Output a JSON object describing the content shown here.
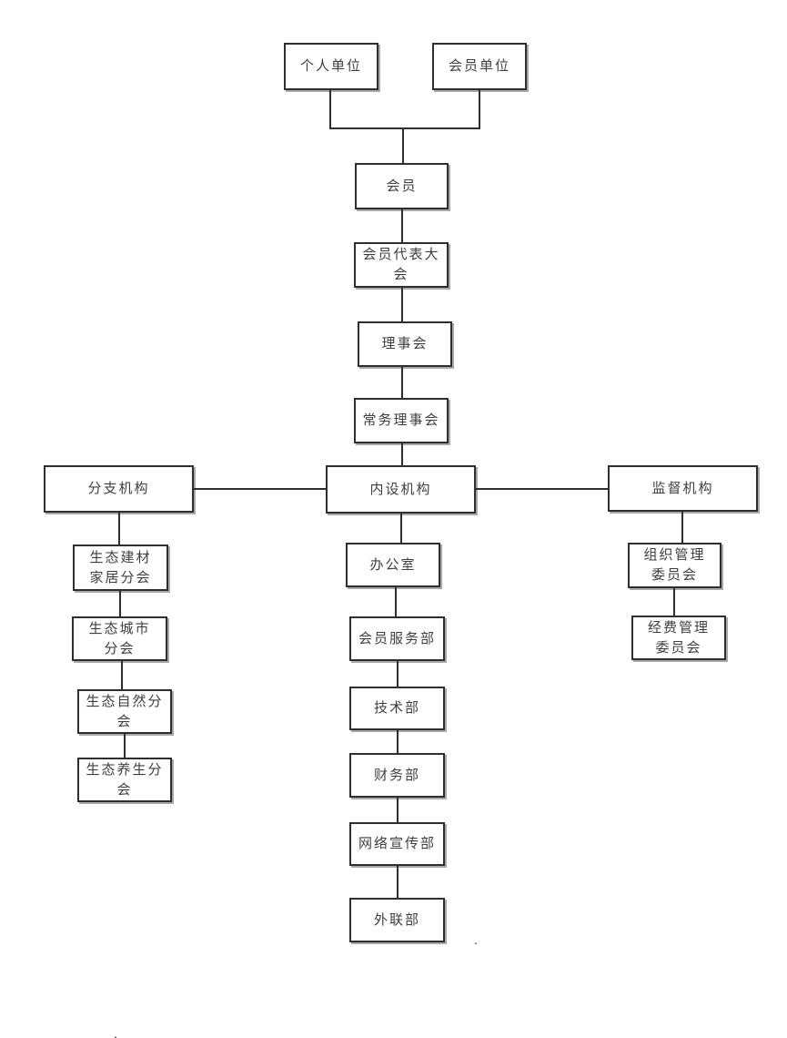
{
  "diagram": {
    "type": "organization-chart",
    "colors": {
      "background": "#ffffff",
      "box_border": "#2e2e2e",
      "box_shadow": "#a8a8a8",
      "connector": "#2e2e2e",
      "text": "#3f3f3f"
    },
    "nodes": {
      "personal_unit": {
        "label": "个人单位"
      },
      "member_unit": {
        "label": "会员单位"
      },
      "member": {
        "label": "会员"
      },
      "member_congress": {
        "label": "会员代表大会"
      },
      "council": {
        "label": "理事会"
      },
      "standing_council": {
        "label": "常务理事会"
      },
      "branch_org": {
        "label": "分支机构"
      },
      "internal_org": {
        "label": "内设机构"
      },
      "supervisory_org": {
        "label": "监督机构"
      },
      "eco_building_home": {
        "label": "生态建材\n家居分会"
      },
      "eco_city": {
        "label": "生态城市\n分会"
      },
      "eco_nature": {
        "label": "生态自然分会"
      },
      "eco_health": {
        "label": "生态养生分会"
      },
      "office": {
        "label": "办公室"
      },
      "member_service": {
        "label": "会员服务部"
      },
      "tech_dept": {
        "label": "技术部"
      },
      "finance_dept": {
        "label": "财务部"
      },
      "network_publicity": {
        "label": "网络宣传部"
      },
      "external_liaison": {
        "label": "外联部"
      },
      "org_mgmt_committee": {
        "label": "组织管理\n委员会"
      },
      "fund_mgmt_committee": {
        "label": "经费管理\n委员会"
      }
    },
    "edges": [
      [
        "personal_unit",
        "member"
      ],
      [
        "member_unit",
        "member"
      ],
      [
        "member",
        "member_congress"
      ],
      [
        "member_congress",
        "council"
      ],
      [
        "council",
        "standing_council"
      ],
      [
        "standing_council",
        "internal_org"
      ],
      [
        "internal_org",
        "branch_org"
      ],
      [
        "internal_org",
        "supervisory_org"
      ],
      [
        "branch_org",
        "eco_building_home"
      ],
      [
        "eco_building_home",
        "eco_city"
      ],
      [
        "eco_city",
        "eco_nature"
      ],
      [
        "eco_nature",
        "eco_health"
      ],
      [
        "internal_org",
        "office"
      ],
      [
        "office",
        "member_service"
      ],
      [
        "member_service",
        "tech_dept"
      ],
      [
        "tech_dept",
        "finance_dept"
      ],
      [
        "finance_dept",
        "network_publicity"
      ],
      [
        "network_publicity",
        "external_liaison"
      ],
      [
        "supervisory_org",
        "org_mgmt_committee"
      ],
      [
        "org_mgmt_committee",
        "fund_mgmt_committee"
      ]
    ],
    "stray_marks": [
      ".",
      "."
    ]
  }
}
